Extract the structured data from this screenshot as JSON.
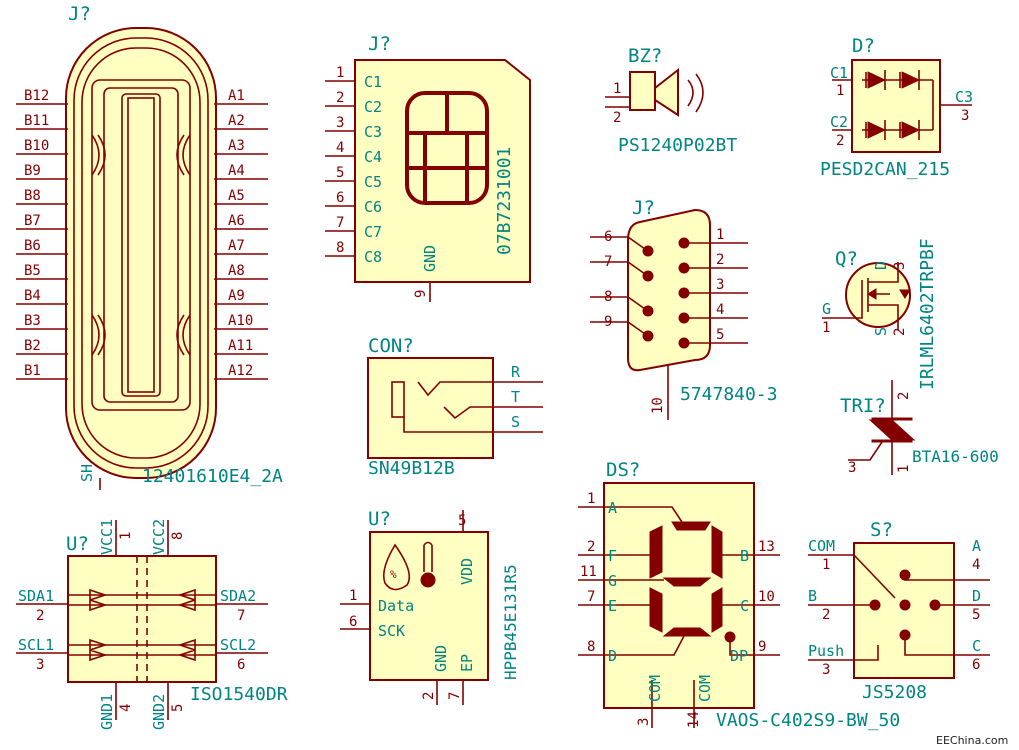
{
  "usbc": {
    "ref": "J?",
    "value": "12401610E4_2A",
    "shield": "SH",
    "left_pins": [
      "B12",
      "B11",
      "B10",
      "B9",
      "B8",
      "B7",
      "B6",
      "B5",
      "B4",
      "B3",
      "B2",
      "B1"
    ],
    "right_pins": [
      "A1",
      "A2",
      "A3",
      "A4",
      "A5",
      "A6",
      "A7",
      "A8",
      "A9",
      "A10",
      "A11",
      "A12"
    ]
  },
  "sim": {
    "ref": "J?",
    "value": "07B7231001",
    "gnd": "GND",
    "gnd_pin": "9",
    "pins": [
      {
        "num": "1",
        "label": "C1"
      },
      {
        "num": "2",
        "label": "C2"
      },
      {
        "num": "3",
        "label": "C3"
      },
      {
        "num": "4",
        "label": "C4"
      },
      {
        "num": "5",
        "label": "C5"
      },
      {
        "num": "6",
        "label": "C6"
      },
      {
        "num": "7",
        "label": "C7"
      },
      {
        "num": "8",
        "label": "C8"
      }
    ]
  },
  "buzzer": {
    "ref": "BZ?",
    "value": "PS1240P02BT",
    "pins": [
      "1",
      "2"
    ]
  },
  "tvs": {
    "ref": "D?",
    "value": "PESD2CAN_215",
    "pins": [
      {
        "num": "1",
        "label": "C1"
      },
      {
        "num": "2",
        "label": "C2"
      },
      {
        "num": "3",
        "label": "C3"
      }
    ]
  },
  "dsub": {
    "ref": "J?",
    "value": "5747840-3",
    "left_pins": [
      "6",
      "7",
      "8",
      "9"
    ],
    "right_pins": [
      "1",
      "2",
      "3",
      "4",
      "5"
    ],
    "shell_pin": "10"
  },
  "mosfet": {
    "ref": "Q?",
    "value": "IRLML6402TRPBF",
    "pins": [
      {
        "num": "1",
        "label": "G"
      },
      {
        "num": "2",
        "label": "S"
      },
      {
        "num": "3",
        "label": "D"
      }
    ]
  },
  "audiojack": {
    "ref": "CON?",
    "value": "SN49B12B",
    "pins": [
      "R",
      "T",
      "S"
    ]
  },
  "triac": {
    "ref": "TRI?",
    "value": "BTA16-600",
    "pins": [
      "2",
      "3",
      "1"
    ]
  },
  "iso": {
    "ref": "U?",
    "value": "ISO1540DR",
    "top_pins": [
      {
        "num": "1",
        "label": "VCC1"
      },
      {
        "num": "8",
        "label": "VCC2"
      }
    ],
    "bottom_pins": [
      {
        "num": "4",
        "label": "GND1"
      },
      {
        "num": "5",
        "label": "GND2"
      }
    ],
    "left_pins": [
      {
        "num": "2",
        "label": "SDA1"
      },
      {
        "num": "3",
        "label": "SCL1"
      }
    ],
    "right_pins": [
      {
        "num": "7",
        "label": "SDA2"
      },
      {
        "num": "6",
        "label": "SCL2"
      }
    ]
  },
  "humidity": {
    "ref": "U?",
    "value": "HPPB45E131R5",
    "pins": [
      {
        "num": "5",
        "label": "VDD"
      },
      {
        "num": "1",
        "label": "Data"
      },
      {
        "num": "6",
        "label": "SCK"
      },
      {
        "num": "2",
        "label": "GND"
      },
      {
        "num": "7",
        "label": "EP"
      }
    ]
  },
  "display": {
    "ref": "DS?",
    "value": "VAOS-C402S9-BW_50",
    "left_pins": [
      {
        "num": "1",
        "label": "A"
      },
      {
        "num": "2",
        "label": "F"
      },
      {
        "num": "11",
        "label": "G"
      },
      {
        "num": "7",
        "label": "E"
      },
      {
        "num": "8",
        "label": "D"
      }
    ],
    "right_pins": [
      {
        "num": "13",
        "label": "B"
      },
      {
        "num": "10",
        "label": "C"
      },
      {
        "num": "9",
        "label": "DP"
      }
    ],
    "bottom_pins": [
      {
        "num": "3",
        "label": "COM"
      },
      {
        "num": "14",
        "label": "COM"
      }
    ]
  },
  "switch": {
    "ref": "S?",
    "value": "JS5208",
    "left_pins": [
      {
        "num": "1",
        "label": "COM"
      },
      {
        "num": "2",
        "label": "B"
      },
      {
        "num": "3",
        "label": "Push"
      }
    ],
    "right_pins": [
      {
        "num": "4",
        "label": "A"
      },
      {
        "num": "5",
        "label": "D"
      },
      {
        "num": "6",
        "label": "C"
      }
    ]
  },
  "watermark": "EEChina.com"
}
